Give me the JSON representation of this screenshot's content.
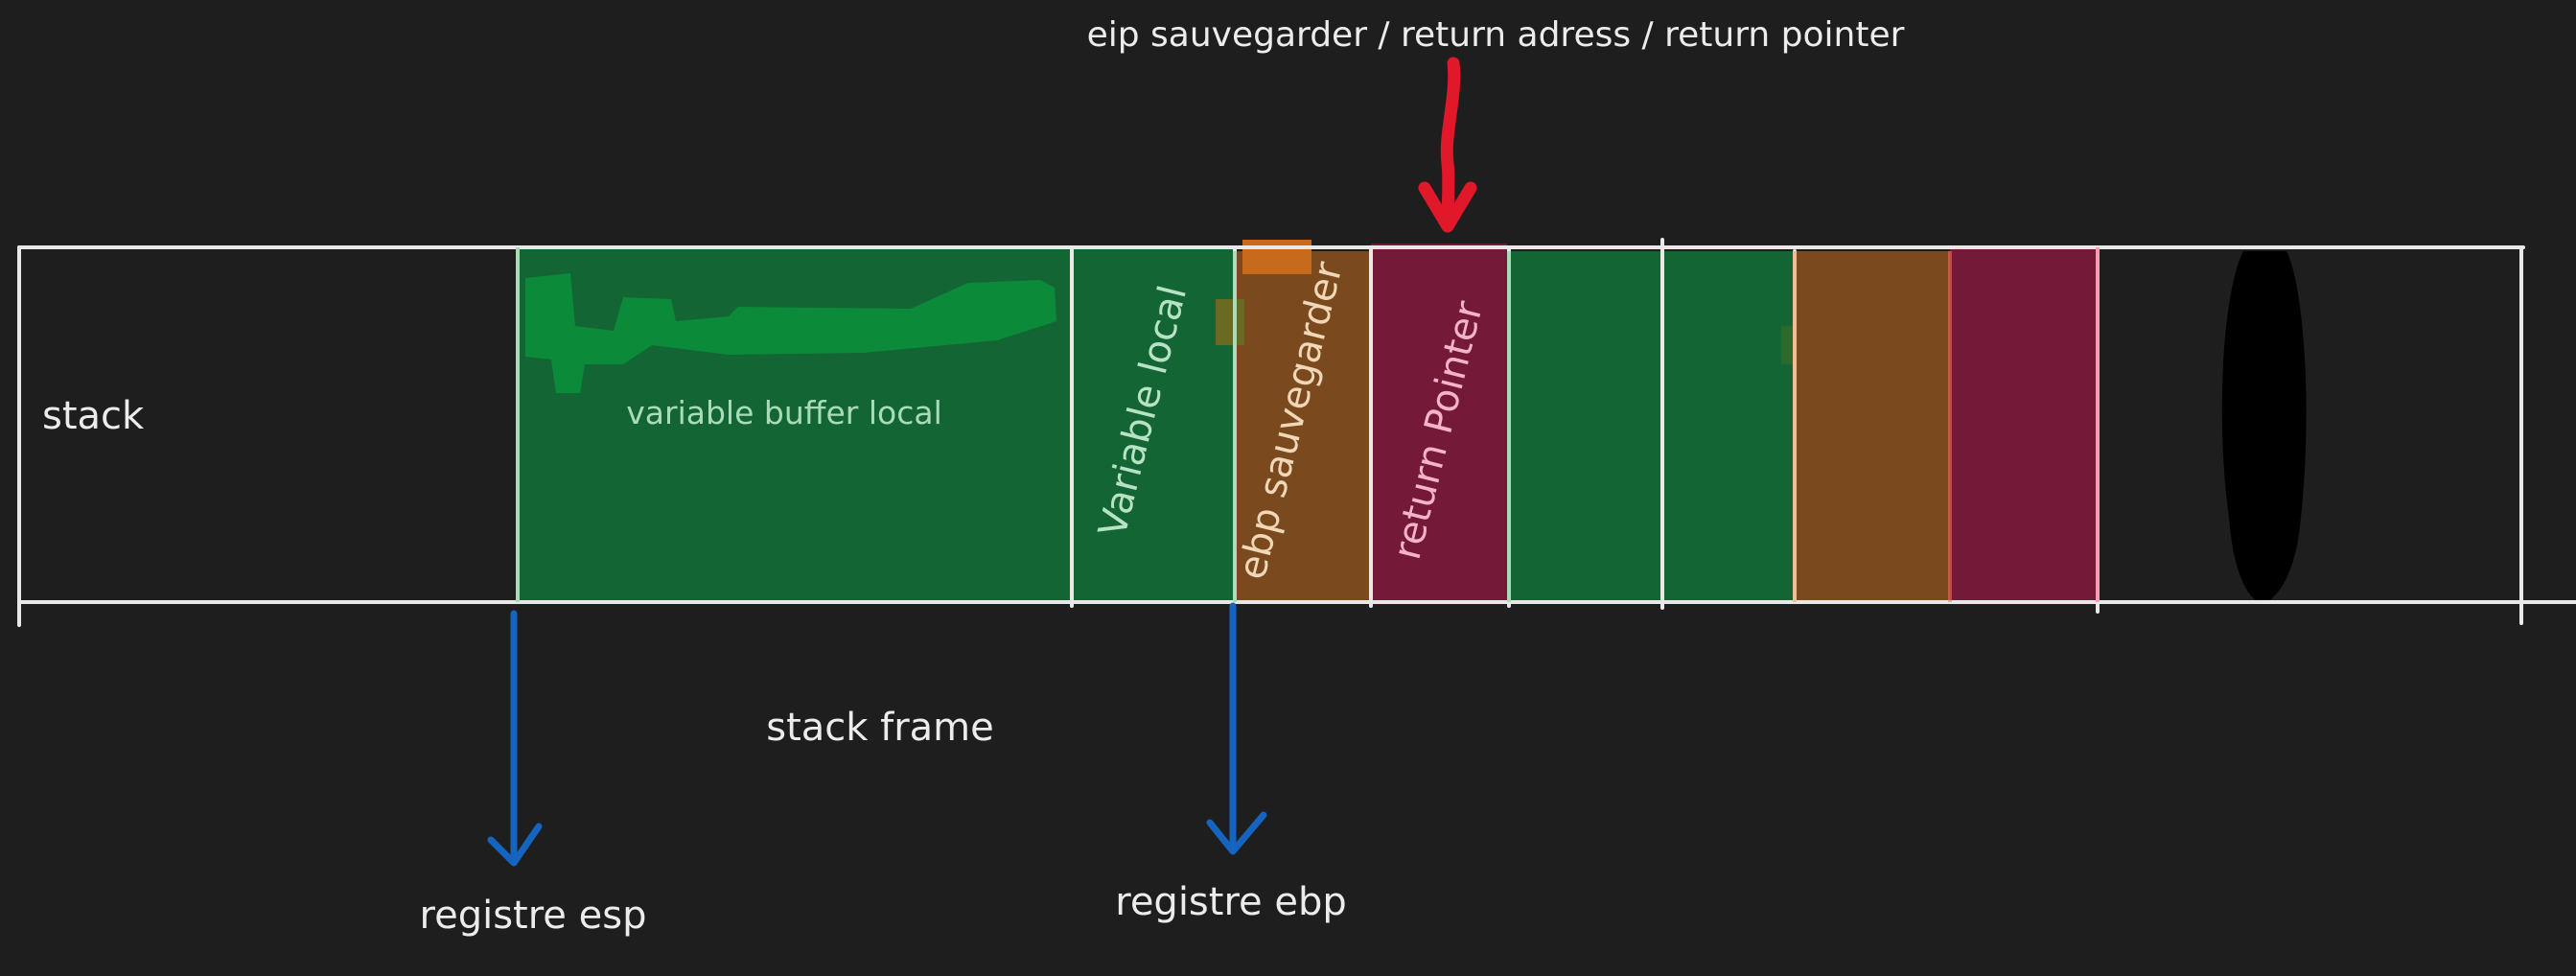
{
  "labels": {
    "top_annotation": "eip sauvegarder / return adress / return pointer",
    "stack": "stack",
    "buffer": "variable buffer local",
    "variable_local": "Variable local",
    "ebp_saved": "ebp sauvegarder",
    "return_pointer": "return Pointer",
    "stack_frame": "stack frame",
    "esp": "registre esp",
    "ebp": "registre ebp"
  },
  "colors": {
    "background": "#1e1e1e",
    "outline": "#e8e8e8",
    "text": "#ececec",
    "green": "#146534",
    "green_bright": "#0b8a3a",
    "brown": "#7a4a1e",
    "orange": "#c76a1c",
    "crimson": "#741937",
    "red_arrow": "#e0182a",
    "blue_arrow": "#1565c0",
    "buffer_text": "#a8dcb8",
    "variable_text": "#b8e2c6",
    "ebp_text": "#f0d7b8",
    "return_text": "#f4b3c8"
  }
}
